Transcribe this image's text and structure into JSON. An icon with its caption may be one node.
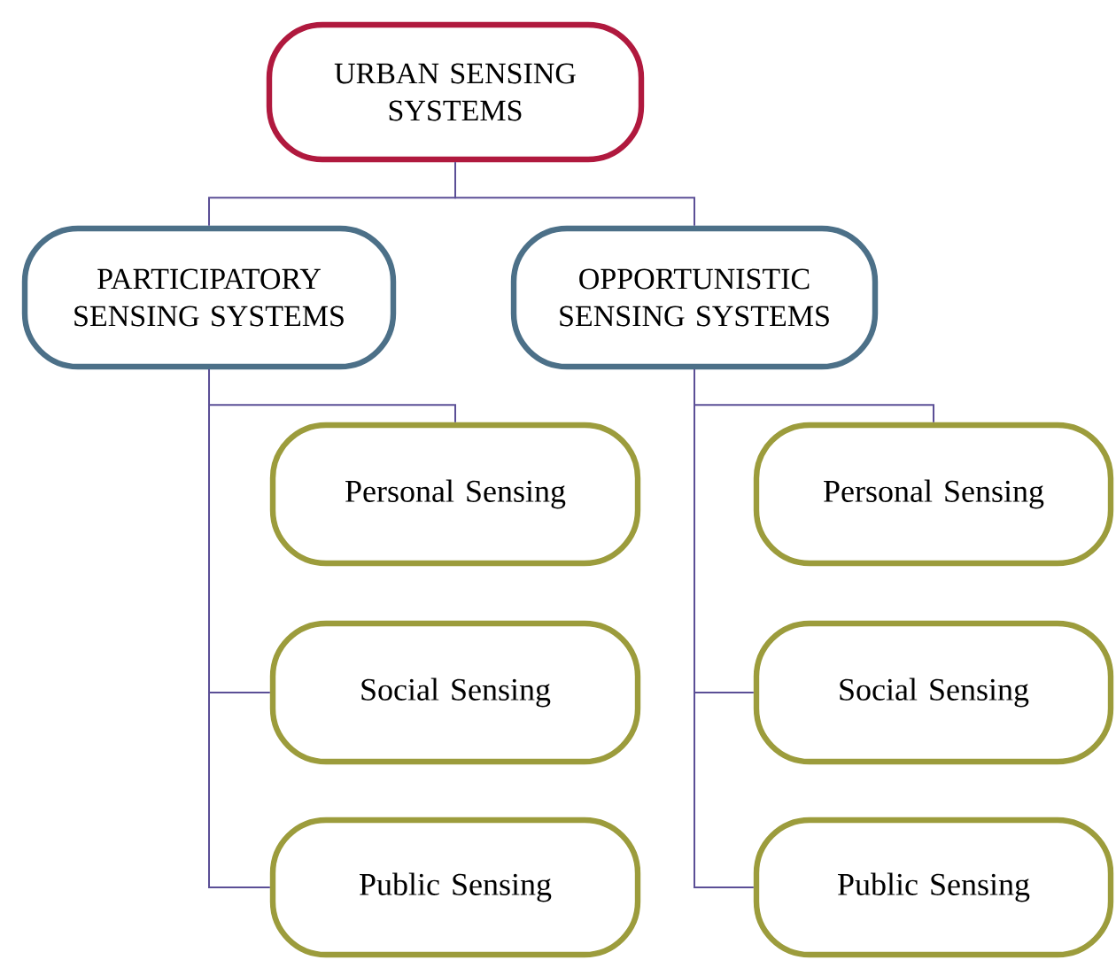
{
  "diagram": {
    "nodes": [
      {
        "text": [
          "URBAN SENSING SYSTEMS"
        ]
      },
      {
        "text": [
          "PARTICIPATORY SENSING SYSTEMS"
        ]
      },
      {
        "text": [
          "OPPORTUNISTIC SENSING SYSTEMS"
        ]
      },
      {
        "text": [
          "Personal Sensing"
        ]
      },
      {
        "text": [
          "Social Sensing"
        ]
      },
      {
        "text": [
          "Public Sensing"
        ]
      },
      {
        "text": [
          "Personal Sensing"
        ]
      },
      {
        "text": [
          "Social Sensing"
        ]
      },
      {
        "text": [
          "Public Sensing"
        ]
      }
    ],
    "edges": [
      {
        "from": 0,
        "to": 1,
        "arrow": "none"
      },
      {
        "from": 0,
        "to": 2,
        "arrow": "none"
      },
      {
        "from": 1,
        "to": 3,
        "arrow": "none"
      },
      {
        "from": 1,
        "to": 4,
        "arrow": "none"
      },
      {
        "from": 1,
        "to": 5,
        "arrow": "none"
      },
      {
        "from": 2,
        "to": 6,
        "arrow": "none"
      },
      {
        "from": 2,
        "to": 7,
        "arrow": "none"
      },
      {
        "from": 2,
        "to": 8,
        "arrow": "none"
      }
    ]
  }
}
